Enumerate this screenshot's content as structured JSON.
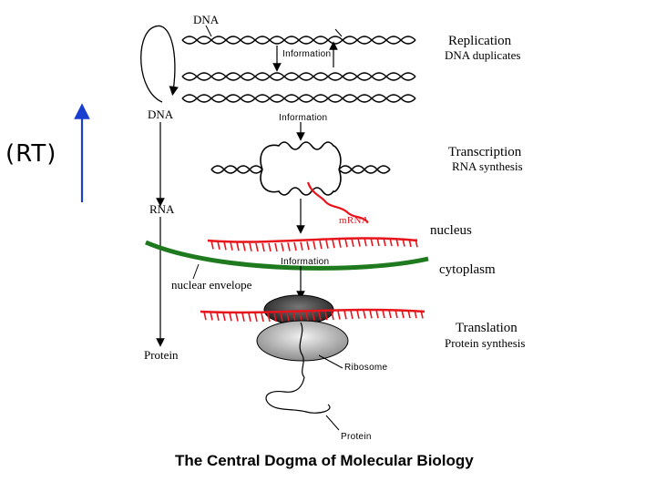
{
  "labels": {
    "dna_top": "DNA",
    "information_1": "Information",
    "replication": "Replication",
    "dna_duplicates": "DNA duplicates",
    "dna_left": "DNA",
    "information_2": "Information",
    "transcription": "Transcription",
    "rna_synthesis": "RNA synthesis",
    "rt": "(RT)",
    "rna": "RNA",
    "mrna": "mRNA",
    "nucleus": "nucleus",
    "information_3": "Information",
    "cytoplasm": "cytoplasm",
    "nuclear_envelope": "nuclear envelope",
    "translation": "Translation",
    "protein_synthesis": "Protein synthesis",
    "protein_left": "Protein",
    "ribosome": "Ribosome",
    "protein_small": "Protein",
    "caption": "The Central Dogma of Molecular Biology"
  },
  "colors": {
    "ink": "#000000",
    "mrna_red": "#e8141c",
    "envelope_green": "#1f7a1f",
    "rt_arrow_blue": "#1a3fd0",
    "ribosome_dark": "#3a3a3a",
    "ribosome_light": "#bdbdbd"
  }
}
